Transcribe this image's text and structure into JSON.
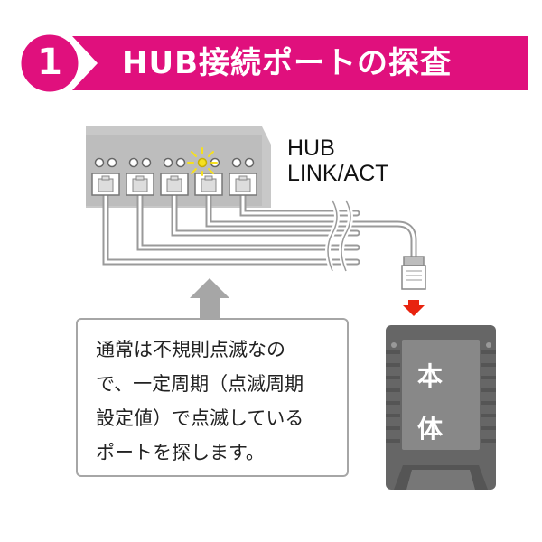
{
  "header": {
    "step_number": "1",
    "title": "HUB接続ポートの探査",
    "accent_color": "#e0107d"
  },
  "hub": {
    "label_line1": "HUB",
    "label_line2": "LINK/ACT",
    "port_count": 5,
    "blinking_port": 4,
    "led_color": "#f5e020"
  },
  "note": {
    "lines": [
      "通常は不規則点滅なの",
      "で、一定周期（点滅周期",
      "設定値）で点滅している",
      "ポートを探します。"
    ]
  },
  "device": {
    "label_top": "本",
    "label_bottom": "体"
  },
  "arrow_color": "#e8230f"
}
